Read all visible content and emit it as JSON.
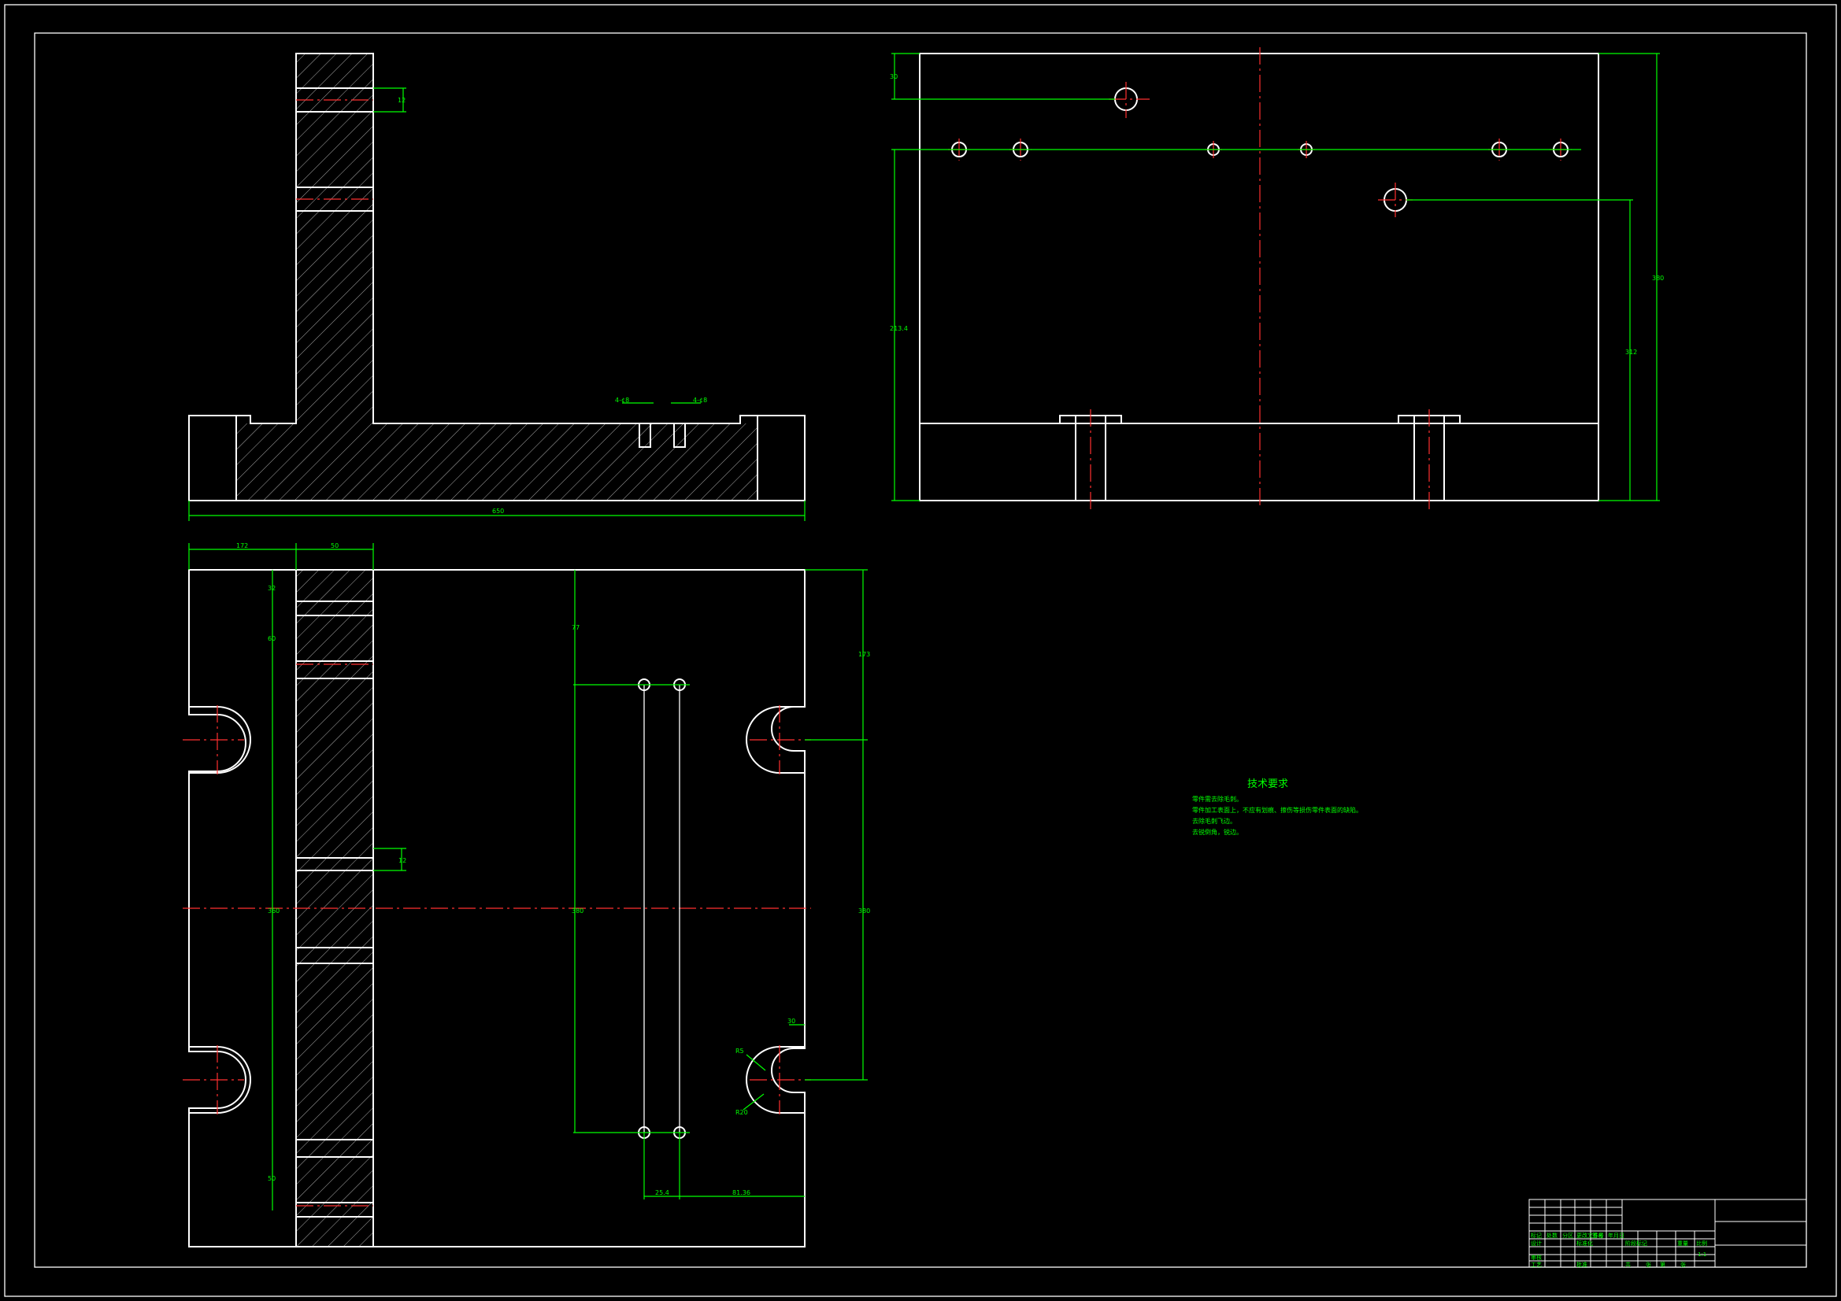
{
  "dimensions": {
    "front_slot_w": "4-¢8",
    "front_slot_w2": "4-¢8",
    "front_width": "650",
    "front_small": "12",
    "side_top": "30",
    "side_left": "213.4",
    "side_right_tall": "380",
    "side_right_mid": "312",
    "plan_top_a": "172",
    "plan_top_b": "50",
    "plan_left_1": "32",
    "plan_left_2": "60",
    "plan_left_3": "360",
    "plan_left_4": "50",
    "plan_mid": "12",
    "plan_right_1": "173",
    "plan_right_2": "380",
    "plan_inner": "380",
    "plan_inner_top": "77",
    "plan_bot_a": "25.4",
    "plan_bot_b": "81.36",
    "plan_rad": "R5",
    "plan_rad2": "R20",
    "plan_rad3": "30"
  },
  "notes": {
    "title": "技术要求",
    "lines": [
      "零件需去除毛刺。",
      "零件加工表面上，不应有划痕、擦伤等损伤零件表面的缺陷。",
      "去除毛刺飞边。",
      "去锐倒角，锐边。"
    ]
  },
  "title_block": {
    "cells": [
      "标记",
      "处数",
      "分区",
      "更改文件号",
      "签名",
      "年月日",
      "设计",
      "标准化",
      "阶段标记",
      "重量",
      "比例",
      "审核",
      "工艺",
      "批准",
      "共",
      "张",
      "第",
      "张",
      "1:1"
    ]
  }
}
